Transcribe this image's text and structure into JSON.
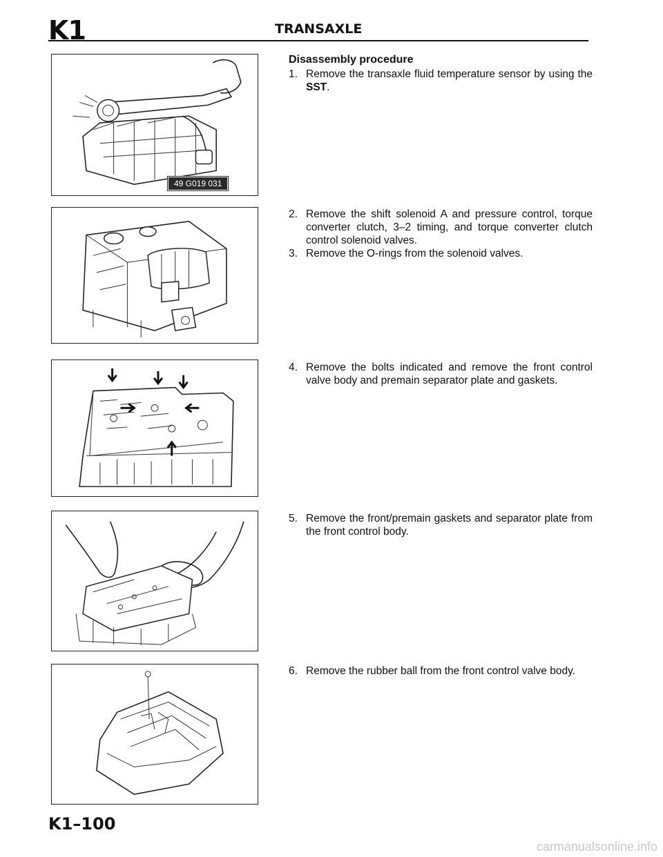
{
  "header": {
    "section_code": "K1",
    "title": "TRANSAXLE"
  },
  "procedure_heading": "Disassembly procedure",
  "steps": [
    {
      "number": "1.",
      "text_before": "Remove the transaxle fluid temperature sensor by using the ",
      "bold": "SST",
      "text_after": "."
    },
    {
      "number": "2.",
      "text": "Remove the shift solenoid A and pressure control, torque converter clutch, 3–2 timing, and torque con­verter clutch control solenoid valves."
    },
    {
      "number": "3.",
      "text": "Remove the O-rings from the solenoid valves."
    },
    {
      "number": "4.",
      "text": "Remove the bolts indicated and remove the front control valve body and premain separator plate and gaskets."
    },
    {
      "number": "5.",
      "text": "Remove the front/premain gaskets and separator plate from the front control body."
    },
    {
      "number": "6.",
      "text": "Remove the rubber ball from the front control valve body."
    }
  ],
  "figures": {
    "fig1": {
      "sst_label": "49 G019 031"
    }
  },
  "footer": {
    "page_code": "K1–100"
  },
  "watermark": "carmanualsonline.info"
}
